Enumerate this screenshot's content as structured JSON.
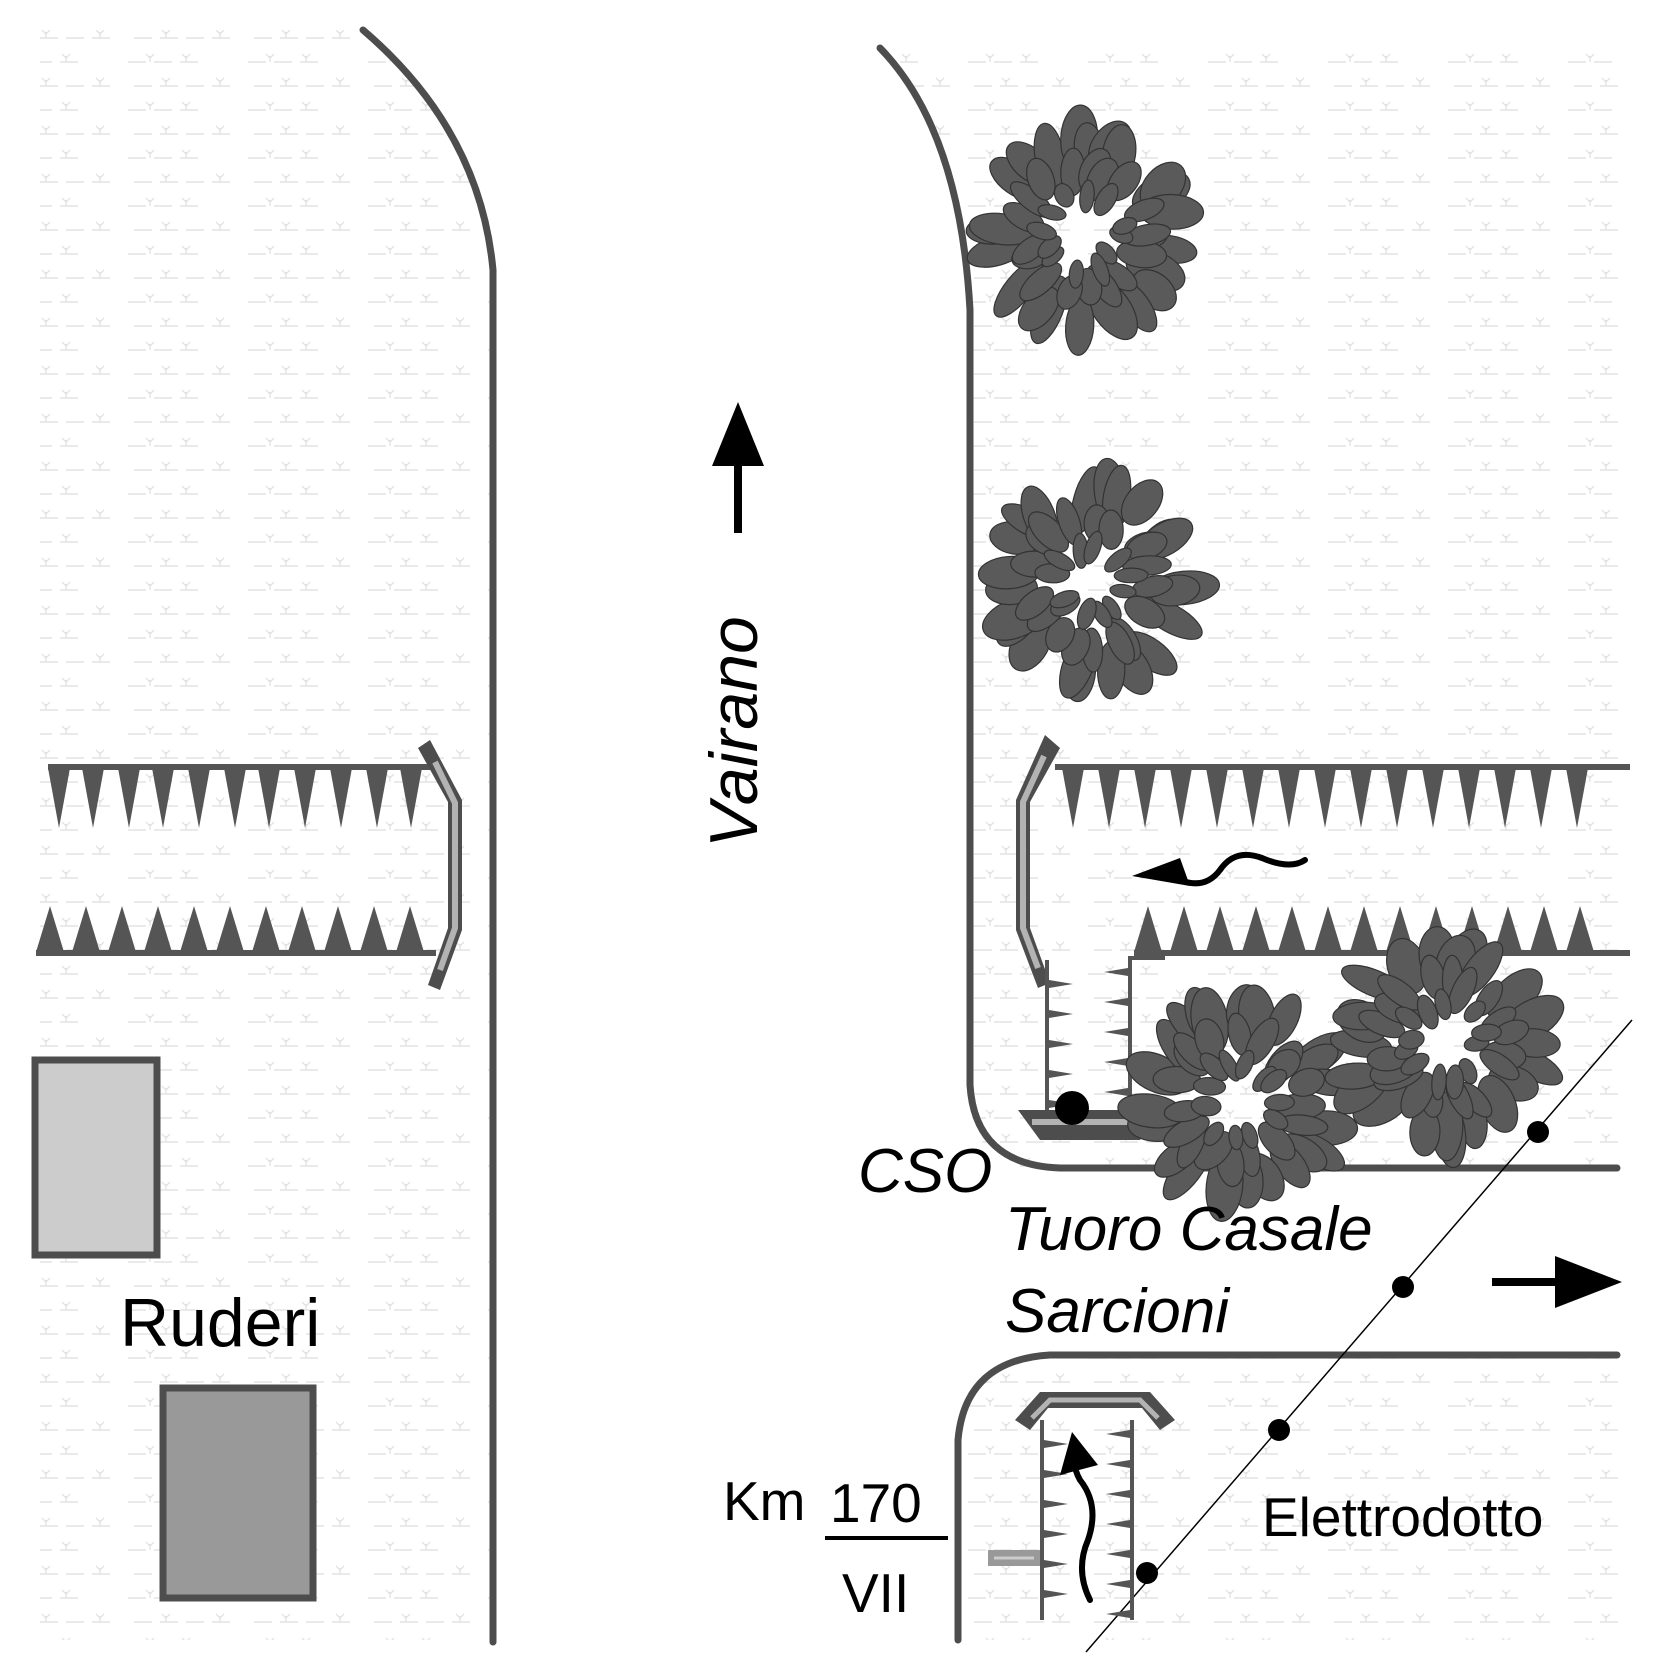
{
  "labels": {
    "road_name": "Vairano",
    "cso": "CSO",
    "crossroad_line1": "Tuoro Casale",
    "crossroad_line2": "Sarcioni",
    "ruins": "Ruderi",
    "powerline": "Elettrodotto",
    "km_prefix": "Km",
    "km_number": "170",
    "km_roman": "VII"
  },
  "colors": {
    "field_texture": "#e6e6e6",
    "road_edge": "#4d4d4d",
    "tree_leaf": "#5a5a5a",
    "ruin_light": "#cccccc",
    "ruin_dark": "#999999",
    "headwall_inner": "#b3b3b3"
  },
  "icons": {
    "north_arrow": "arrow-up-icon",
    "east_arrow": "arrow-right-icon",
    "flow_arrow": "wavy-arrow-icon",
    "tree": "tree-canopy-icon",
    "pylon": "pylon-dot-icon"
  }
}
